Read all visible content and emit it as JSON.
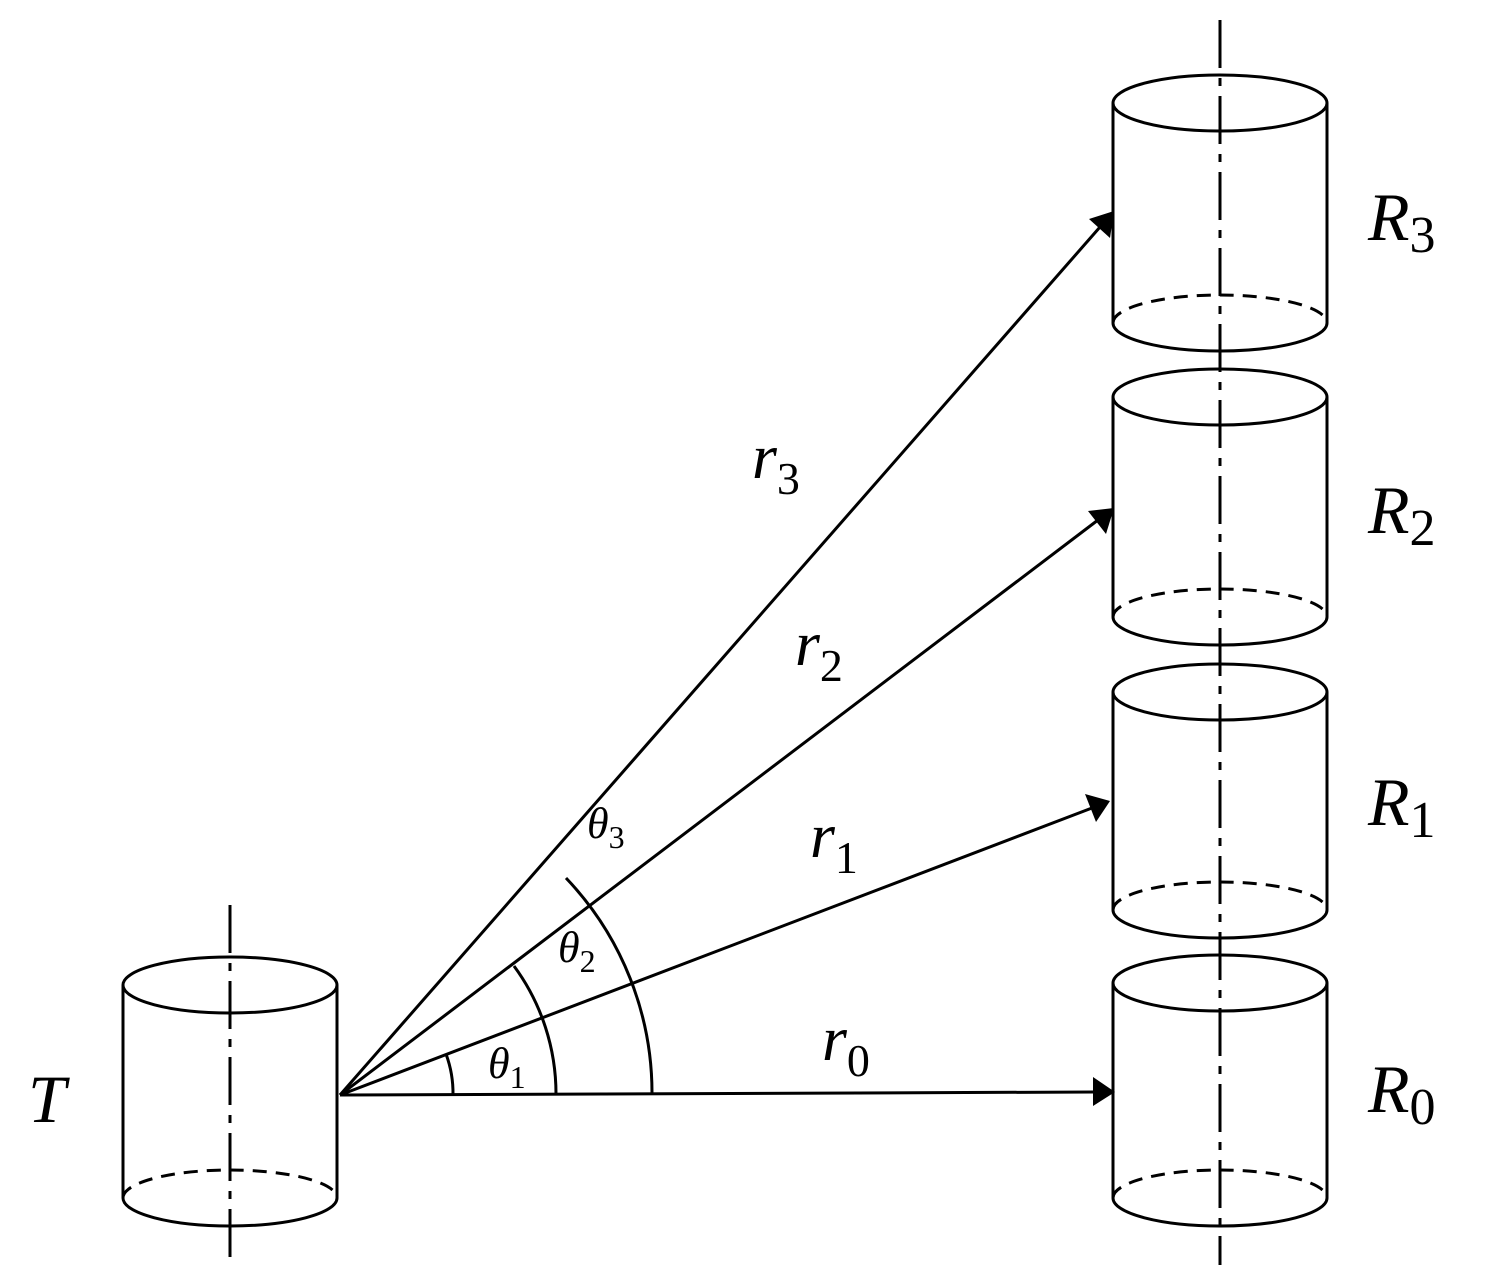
{
  "labels": {
    "transmitter": "T",
    "receivers": [
      {
        "main": "R",
        "sub": "0"
      },
      {
        "main": "R",
        "sub": "1"
      },
      {
        "main": "R",
        "sub": "2"
      },
      {
        "main": "R",
        "sub": "3"
      }
    ],
    "distances": [
      {
        "main": "r",
        "sub": "0"
      },
      {
        "main": "r",
        "sub": "1"
      },
      {
        "main": "r",
        "sub": "2"
      },
      {
        "main": "r",
        "sub": "3"
      }
    ],
    "angles": [
      {
        "main": "θ",
        "sub": "1"
      },
      {
        "main": "θ",
        "sub": "2"
      },
      {
        "main": "θ",
        "sub": "3"
      }
    ]
  }
}
